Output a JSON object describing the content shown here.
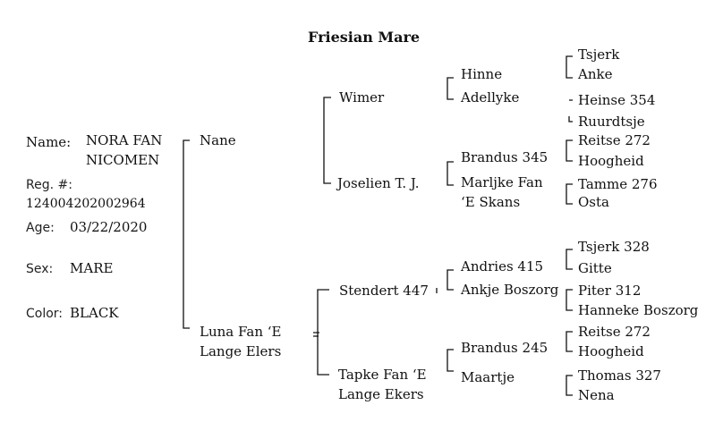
{
  "title": "Friesian Mare",
  "info": {
    "name_label": "Name:",
    "name_line1": "NORA FAN",
    "name_line2": "NICOMEN",
    "reg_label": "Reg. #:",
    "reg_value": "124004202002964",
    "age_label": "Age:",
    "age_value": "03/22/2020",
    "sex_label": "Sex:",
    "sex_value": "MARE",
    "color_label": "Color:",
    "color_value": "BLACK"
  },
  "pedigree": {
    "sire": "Nane",
    "dam_line1": "Luna Fan ‘E",
    "dam_line2": "Lange Elers",
    "ss": "Wimer",
    "sd": "Joselien T. J.",
    "ds": "Stendert 447",
    "dd_line1": "Tapke Fan ‘E",
    "dd_line2": "Lange Ekers",
    "sss": "Hinne",
    "ssd": "Adellyke",
    "sds": "Brandus 345",
    "sdd_line1": "Marljke Fan",
    "sdd_line2": "‘E Skans",
    "dss": "Andries 415",
    "dsd": "Ankje Boszorg",
    "dds": "Brandus 245",
    "ddd": "Maartje",
    "g1": "Tsjerk",
    "g2": "Anke",
    "g3": "Heinse 354",
    "g4": "Ruurdtsje",
    "g5": "Reitse 272",
    "g6": "Hoogheid",
    "g7": "Tamme 276",
    "g8": "Osta",
    "g9": "Tsjerk 328",
    "g10": "Gitte",
    "g11": "Piter 312",
    "g12": "Hanneke Boszorg",
    "g13": "Reitse 272",
    "g14": "Hoogheid",
    "g15": "Thomas 327",
    "g16": "Nena"
  }
}
